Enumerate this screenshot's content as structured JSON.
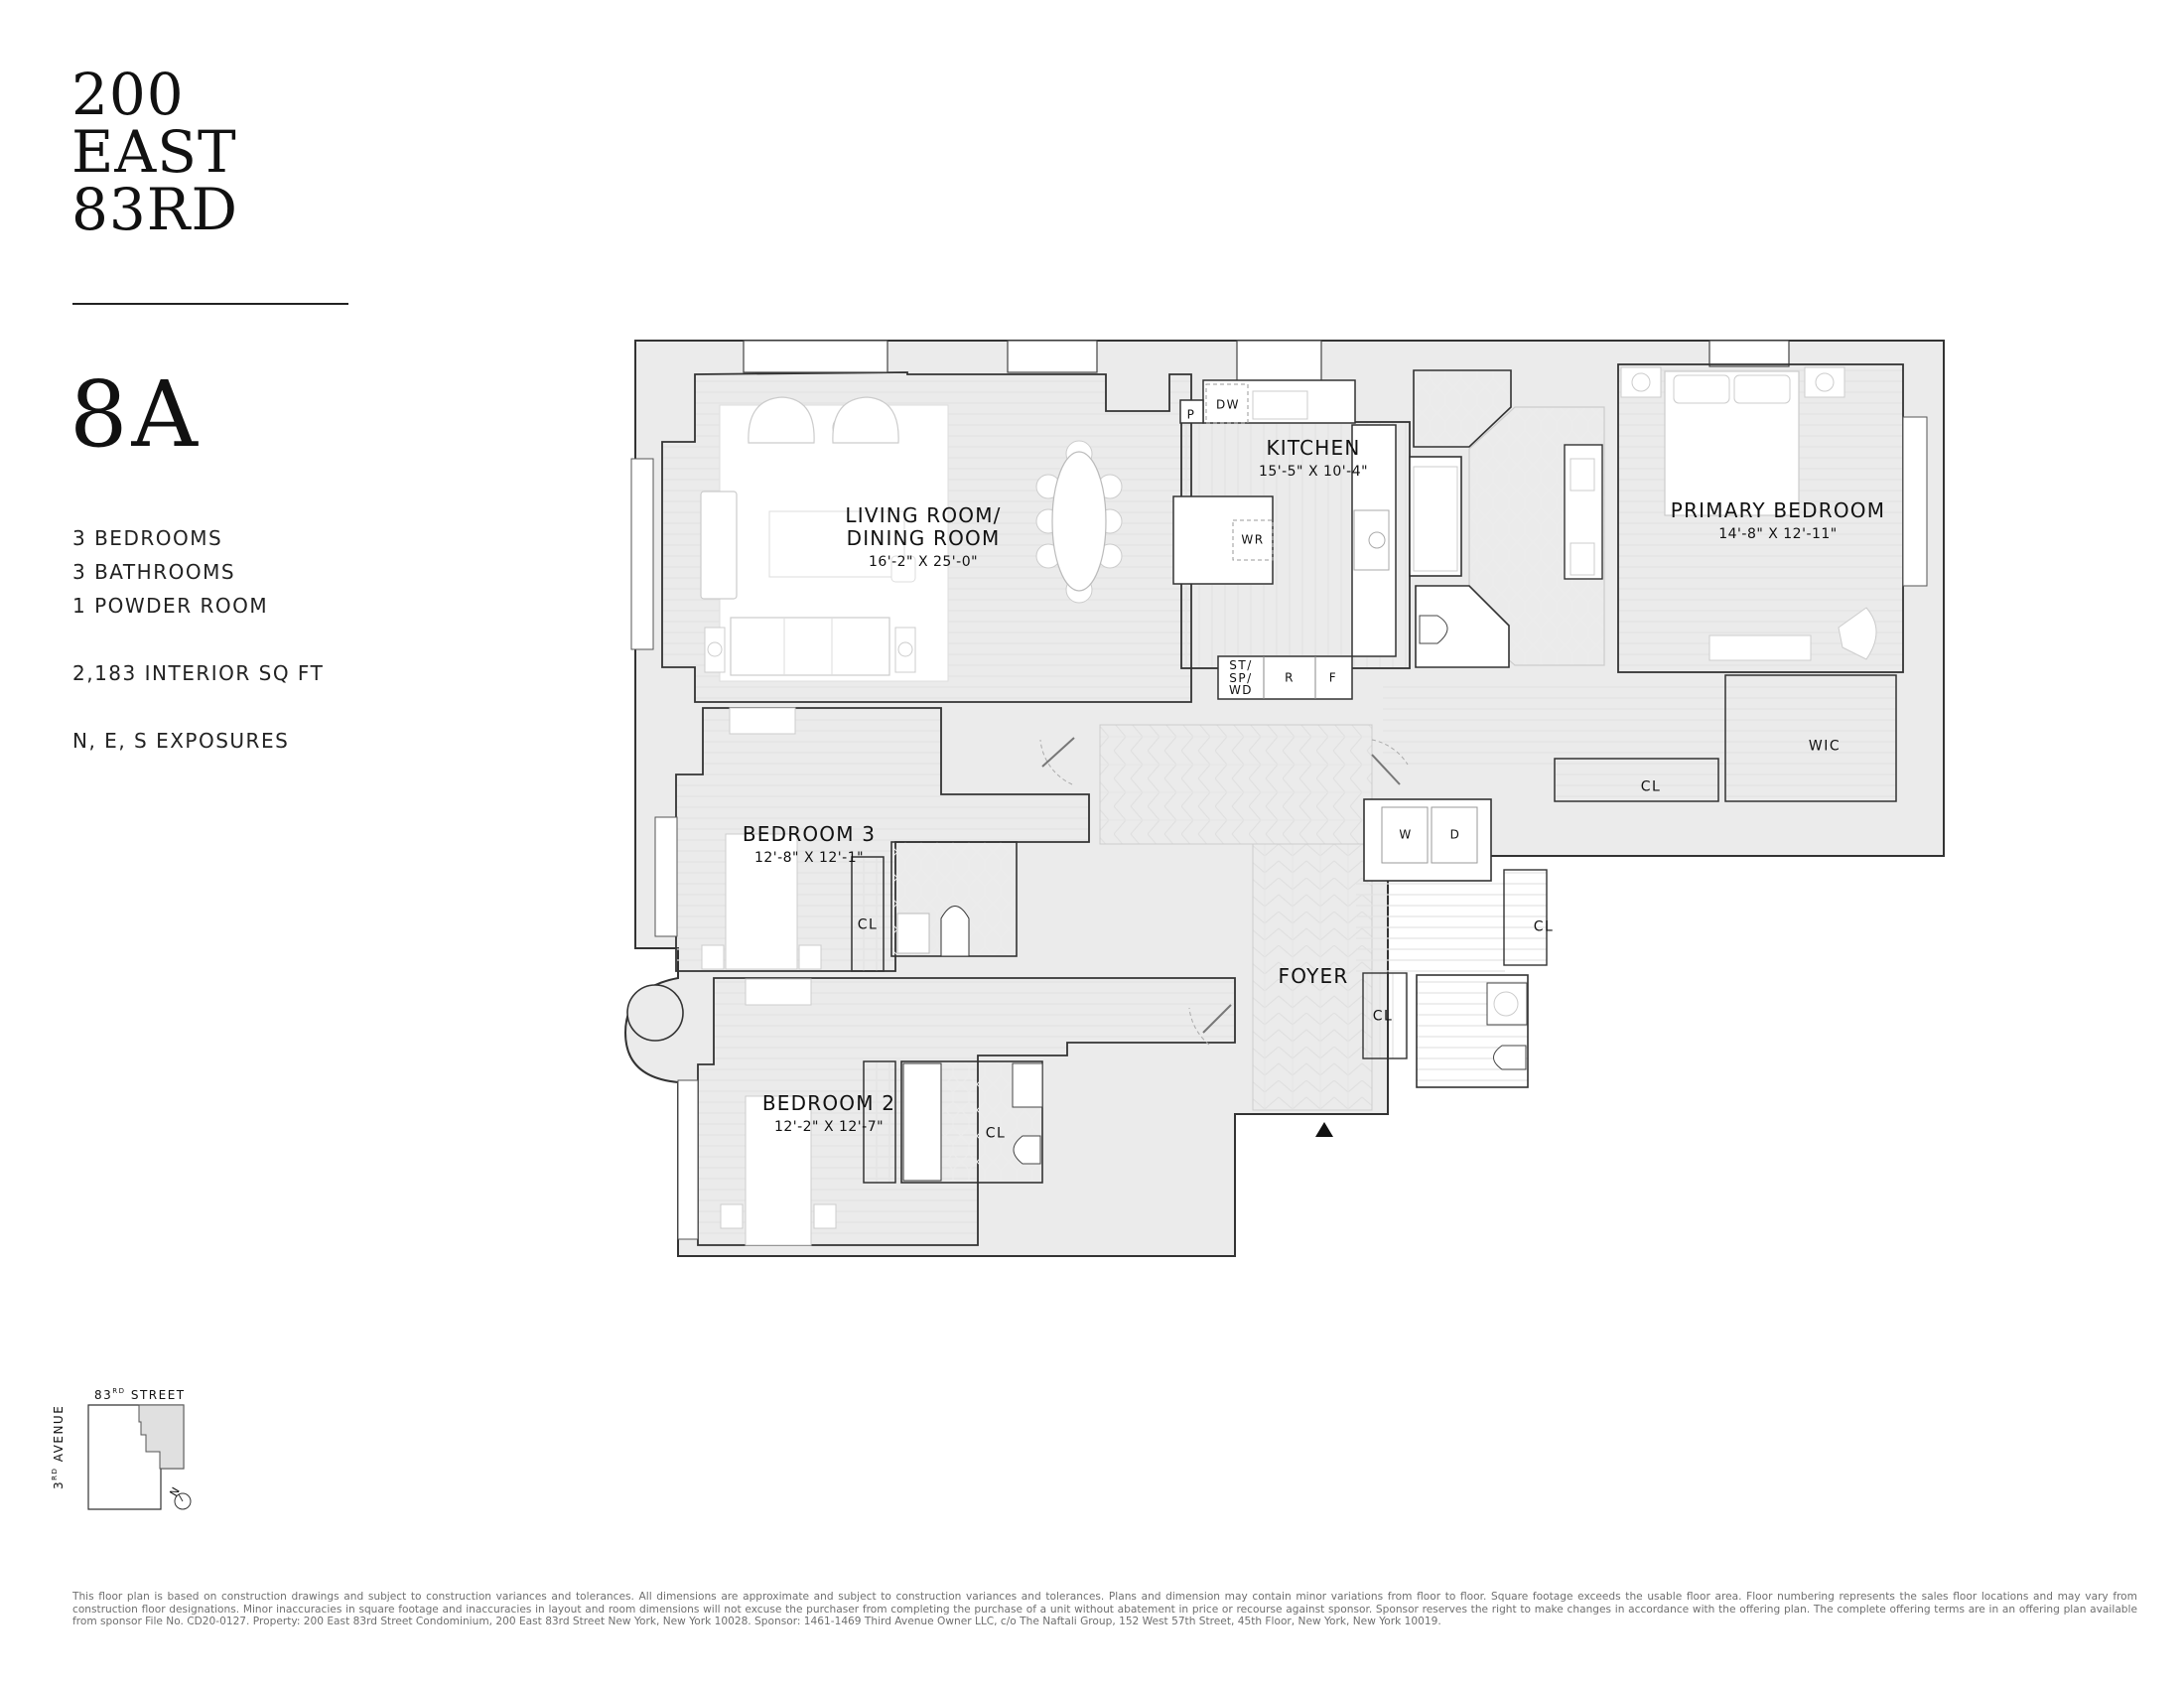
{
  "brand": {
    "line1": "200",
    "line2": "EAST",
    "line3": "83RD"
  },
  "unit": {
    "name": "8A",
    "specs": [
      "3 BEDROOMS",
      "3 BATHROOMS",
      "1 POWDER ROOM"
    ],
    "area": "2,183 INTERIOR SQ FT",
    "exposures": "N, E, S EXPOSURES"
  },
  "rooms": {
    "living": {
      "name_line1": "LIVING ROOM/",
      "name_line2": "DINING ROOM",
      "dim": "16'-2\" X 25'-0\""
    },
    "kitchen": {
      "name": "KITCHEN",
      "dim": "15'-5\" X 10'-4\""
    },
    "primary": {
      "name": "PRIMARY BEDROOM",
      "dim": "14'-8\" X 12'-11\""
    },
    "bedroom3": {
      "name": "BEDROOM 3",
      "dim": "12'-8\" X 12'-1\""
    },
    "bedroom2": {
      "name": "BEDROOM 2",
      "dim": "12'-2\" X 12'-7\""
    },
    "foyer": {
      "name": "FOYER"
    }
  },
  "tags": {
    "pantry": "P",
    "dishwasher": "DW",
    "wine_refrigerator": "WR",
    "stack": "ST/\nSP/\nWD",
    "stack_l1": "ST/",
    "stack_l2": "SP/",
    "stack_l3": "WD",
    "refrigerator": "R",
    "freezer": "F",
    "wic": "WIC",
    "closet_primary": "CL",
    "closet_bed3": "CL",
    "closet_hall": "CL",
    "closet_foyer": "CL",
    "closet_bed2": "CL",
    "washer": "W",
    "dryer": "D"
  },
  "keyplan": {
    "street": "83",
    "street_sup": "RD",
    "street_suffix": " STREET",
    "avenue": "3",
    "avenue_sup": "RD",
    "avenue_suffix": " AVENUE",
    "north": "N"
  },
  "disclaimer": "This floor plan is based on construction drawings and subject to construction variances and tolerances.  All dimensions are approximate and subject to construction variances and tolerances. Plans and dimension may contain minor variations from floor to floor.  Square footage exceeds the usable floor area.  Floor numbering represents the sales floor locations and may vary from construction floor designations. Minor inaccuracies in square footage and inaccuracies in layout and room dimensions will not excuse the purchaser from completing the purchase of a unit without abatement in price or recourse against sponsor.  Sponsor reserves the right to make changes in accordance with the offering plan. The complete offering terms are in an offering plan available from sponsor File No. CD20-0127. Property: 200 East 83rd Street Condominium,  200 East 83rd Street New York, New York 10028.  Sponsor: 1461-1469 Third Avenue Owner LLC, c/o The Naftali Group, 152 West 57th Street, 45th Floor, New York, New York 10019.",
  "colors": {
    "wall_fill": "#ebebeb",
    "wall_stroke": "#3a3a3a",
    "furniture_stroke": "#c8c8c8",
    "floor_line": "#e6e6e6",
    "text": "#111111",
    "disclaimer_text": "#6f6f6f"
  }
}
